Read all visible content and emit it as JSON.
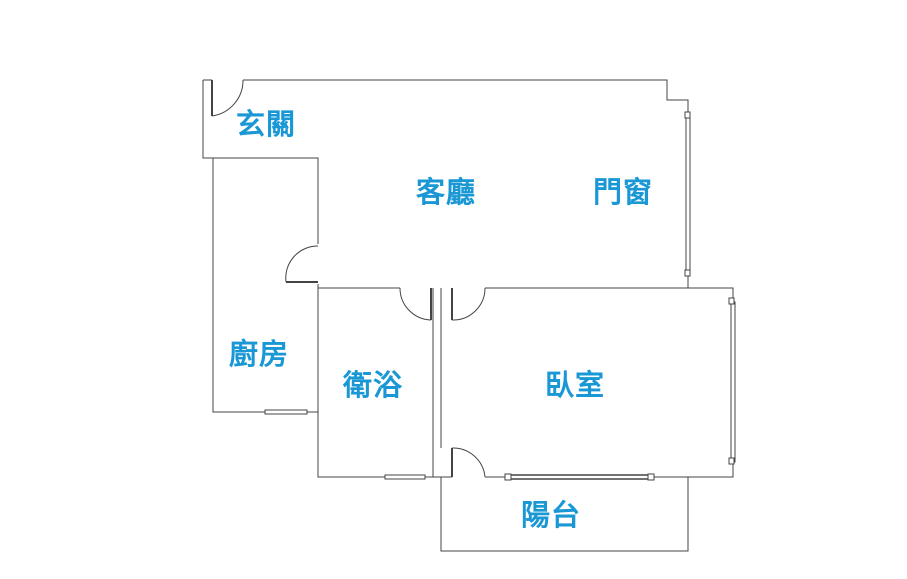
{
  "colors": {
    "wall": "#444444",
    "label": "#1a98d5"
  },
  "rooms": {
    "entrance": "玄關",
    "living_room": "客廳",
    "window_door": "門窗",
    "kitchen": "廚房",
    "bathroom": "衛浴",
    "bedroom": "臥室",
    "balcony": "陽台"
  }
}
